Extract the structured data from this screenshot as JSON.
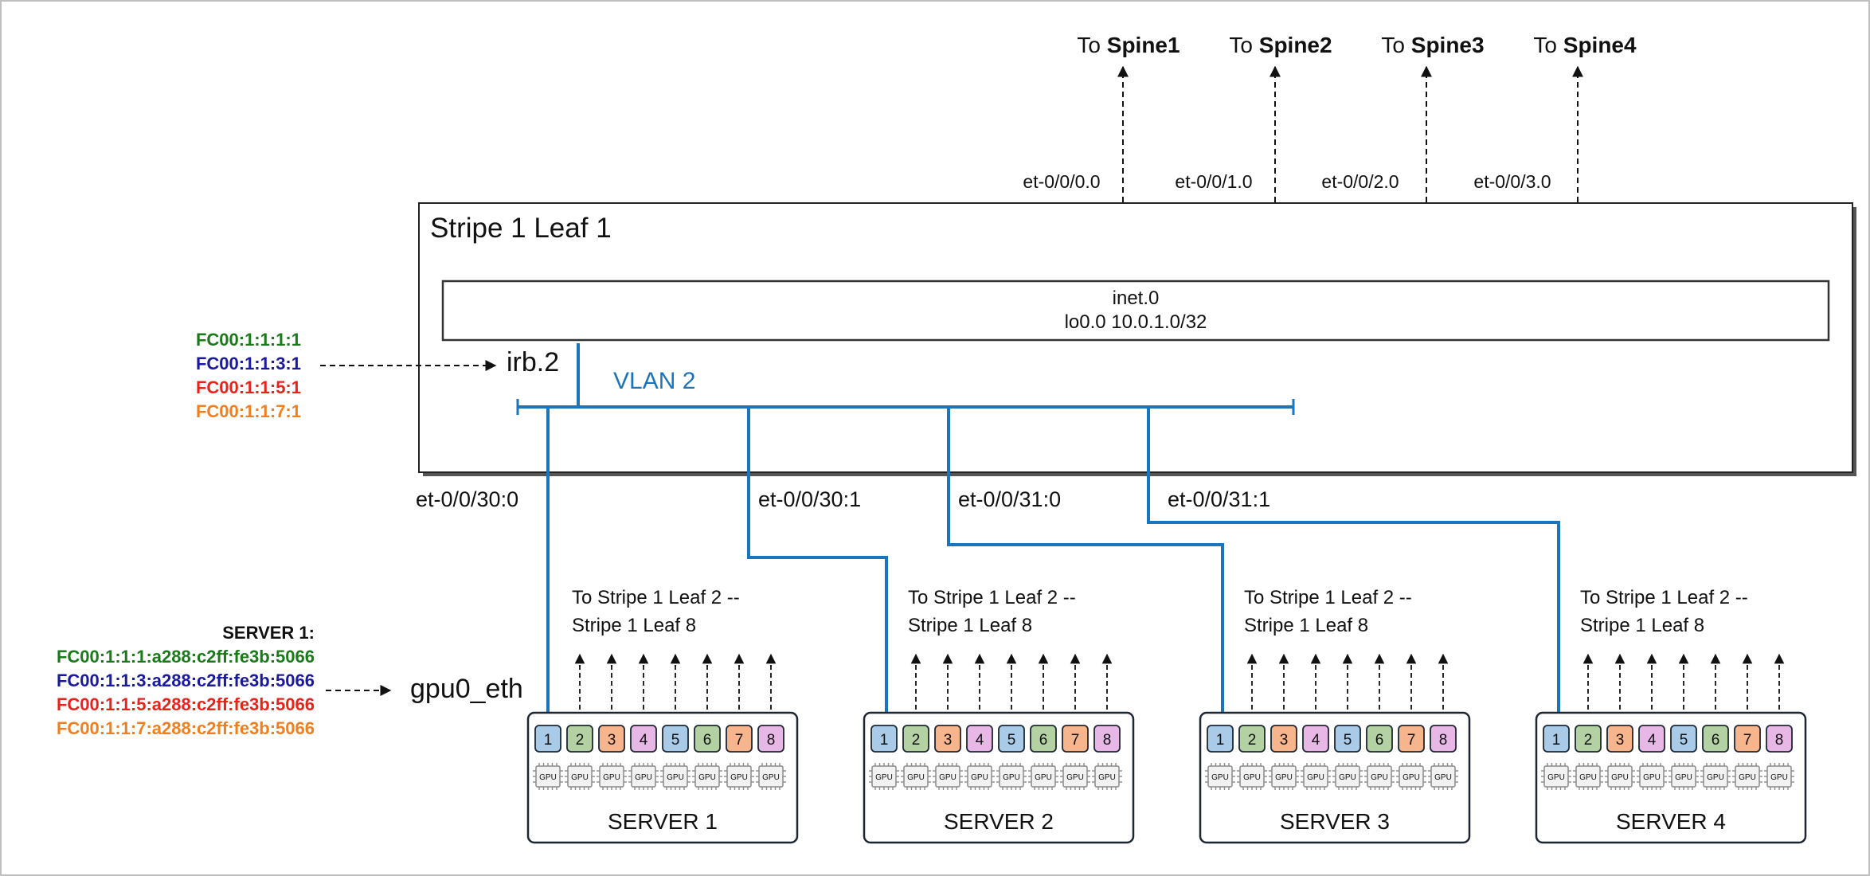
{
  "spines": [
    {
      "prefix": "To ",
      "name": "Spine1",
      "port": "et-0/0/0.0"
    },
    {
      "prefix": "To ",
      "name": "Spine2",
      "port": "et-0/0/1.0"
    },
    {
      "prefix": "To ",
      "name": "Spine3",
      "port": "et-0/0/2.0"
    },
    {
      "prefix": "To ",
      "name": "Spine4",
      "port": "et-0/0/3.0"
    }
  ],
  "leaf": {
    "title": "Stripe 1 Leaf 1",
    "inet_line1": "inet.0",
    "inet_line2": "lo0.0 10.0.1.0/32",
    "irb": "irb.2",
    "vlan": "VLAN 2"
  },
  "irb_addresses": [
    {
      "text": "FC00:1:1:1:1",
      "color": "#1a7a1a"
    },
    {
      "text": "FC00:1:1:3:1",
      "color": "#1a1a9c"
    },
    {
      "text": "FC00:1:1:5:1",
      "color": "#e8231c"
    },
    {
      "text": "FC00:1:1:7:1",
      "color": "#f07f1f"
    }
  ],
  "server1_addresses": {
    "header": "SERVER 1:",
    "items": [
      {
        "text": "FC00:1:1:1:a288:c2ff:fe3b:5066",
        "color": "#1a7a1a"
      },
      {
        "text": "FC00:1:1:3:a288:c2ff:fe3b:5066",
        "color": "#1a1a9c"
      },
      {
        "text": "FC00:1:1:5:a288:c2ff:fe3b:5066",
        "color": "#e8231c"
      },
      {
        "text": "FC00:1:1:7:a288:c2ff:fe3b:5066",
        "color": "#f07f1f"
      }
    ]
  },
  "gpu_iface": "gpu0_eth",
  "access_ports": [
    "et-0/0/30:0",
    "et-0/0/30:1",
    "et-0/0/31:0",
    "et-0/0/31:1"
  ],
  "servers": [
    {
      "name": "SERVER 1",
      "uplink_line1": "To Stripe 1 Leaf 2  --",
      "uplink_line2": "Stripe 1 Leaf 8"
    },
    {
      "name": "SERVER 2",
      "uplink_line1": "To Stripe 1 Leaf 2  --",
      "uplink_line2": "Stripe 1 Leaf 8"
    },
    {
      "name": "SERVER 3",
      "uplink_line1": "To Stripe 1 Leaf 2  --",
      "uplink_line2": "Stripe 1 Leaf 8"
    },
    {
      "name": "SERVER 4",
      "uplink_line1": "To Stripe 1 Leaf 2  --",
      "uplink_line2": "Stripe 1 Leaf 8"
    }
  ],
  "nic_ports": [
    {
      "label": "1",
      "color": "#a9cbe8"
    },
    {
      "label": "2",
      "color": "#b3d1a3"
    },
    {
      "label": "3",
      "color": "#f6b58c"
    },
    {
      "label": "4",
      "color": "#e7b8e6"
    },
    {
      "label": "5",
      "color": "#a9cbe8"
    },
    {
      "label": "6",
      "color": "#b3d1a3"
    },
    {
      "label": "7",
      "color": "#f6b58c"
    },
    {
      "label": "8",
      "color": "#e7b8e6"
    }
  ],
  "gpu_label": "GPU",
  "colors": {
    "link": "#1b75bc",
    "outline": "#1d2733",
    "chip": "#8a8a8a"
  }
}
